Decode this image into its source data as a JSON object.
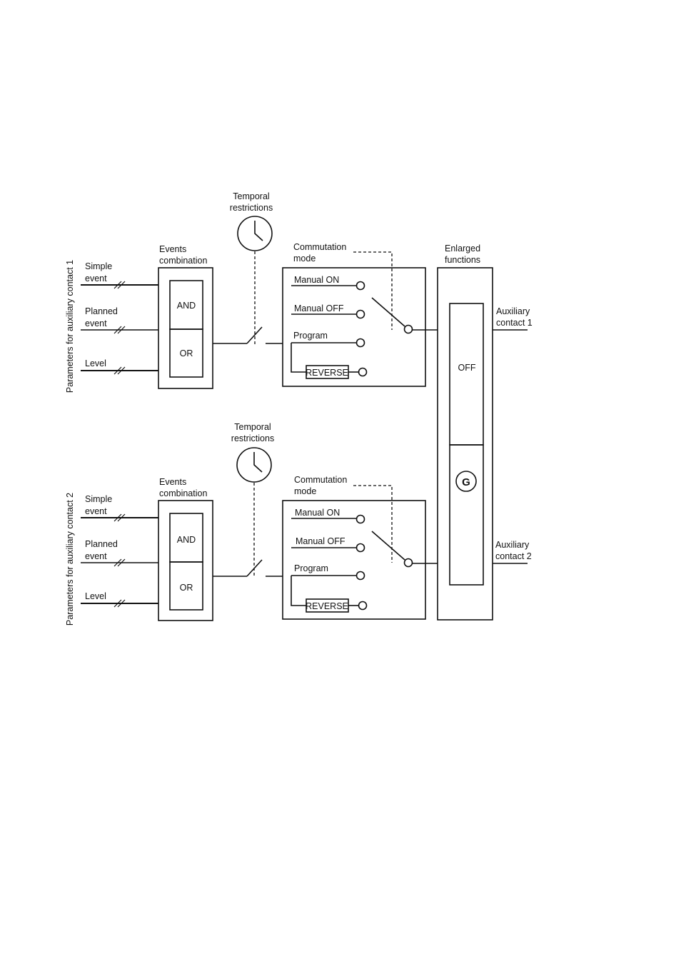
{
  "blocks": [
    {
      "side_label": "Parameters for auxiliary contact 1",
      "inputs": [
        {
          "line1": "Simple",
          "line2": "event"
        },
        {
          "line1": "Planned",
          "line2": "event"
        },
        {
          "line1": "Level",
          "line2": ""
        }
      ],
      "events_combination": {
        "line1": "Events",
        "line2": "combination",
        "and_label": "AND",
        "or_label": "OR"
      },
      "temporal_restrictions": {
        "line1": "Temporal",
        "line2": "restrictions"
      },
      "commutation_mode": {
        "line1": "Commutation",
        "line2": "mode"
      },
      "modes": {
        "manual_on": "Manual ON",
        "manual_off": "Manual OFF",
        "program": "Program",
        "reverse": "REVERSE"
      },
      "output": {
        "line1": "Auxiliary",
        "line2": "contact 1"
      }
    },
    {
      "side_label": "Parameters for auxiliary contact 2",
      "inputs": [
        {
          "line1": "Simple",
          "line2": "event"
        },
        {
          "line1": "Planned",
          "line2": "event"
        },
        {
          "line1": "Level",
          "line2": ""
        }
      ],
      "events_combination": {
        "line1": "Events",
        "line2": "combination",
        "and_label": "AND",
        "or_label": "OR"
      },
      "temporal_restrictions": {
        "line1": "Temporal",
        "line2": "restrictions"
      },
      "commutation_mode": {
        "line1": "Commutation",
        "line2": "mode"
      },
      "modes": {
        "manual_on": "Manual ON",
        "manual_off": "Manual OFF",
        "program": "Program",
        "reverse": "REVERSE"
      },
      "output": {
        "line1": "Auxiliary",
        "line2": "contact 2"
      }
    }
  ],
  "enlarged_functions": {
    "line1": "Enlarged",
    "line2": "functions",
    "off_label": "OFF",
    "g_label": "G"
  }
}
